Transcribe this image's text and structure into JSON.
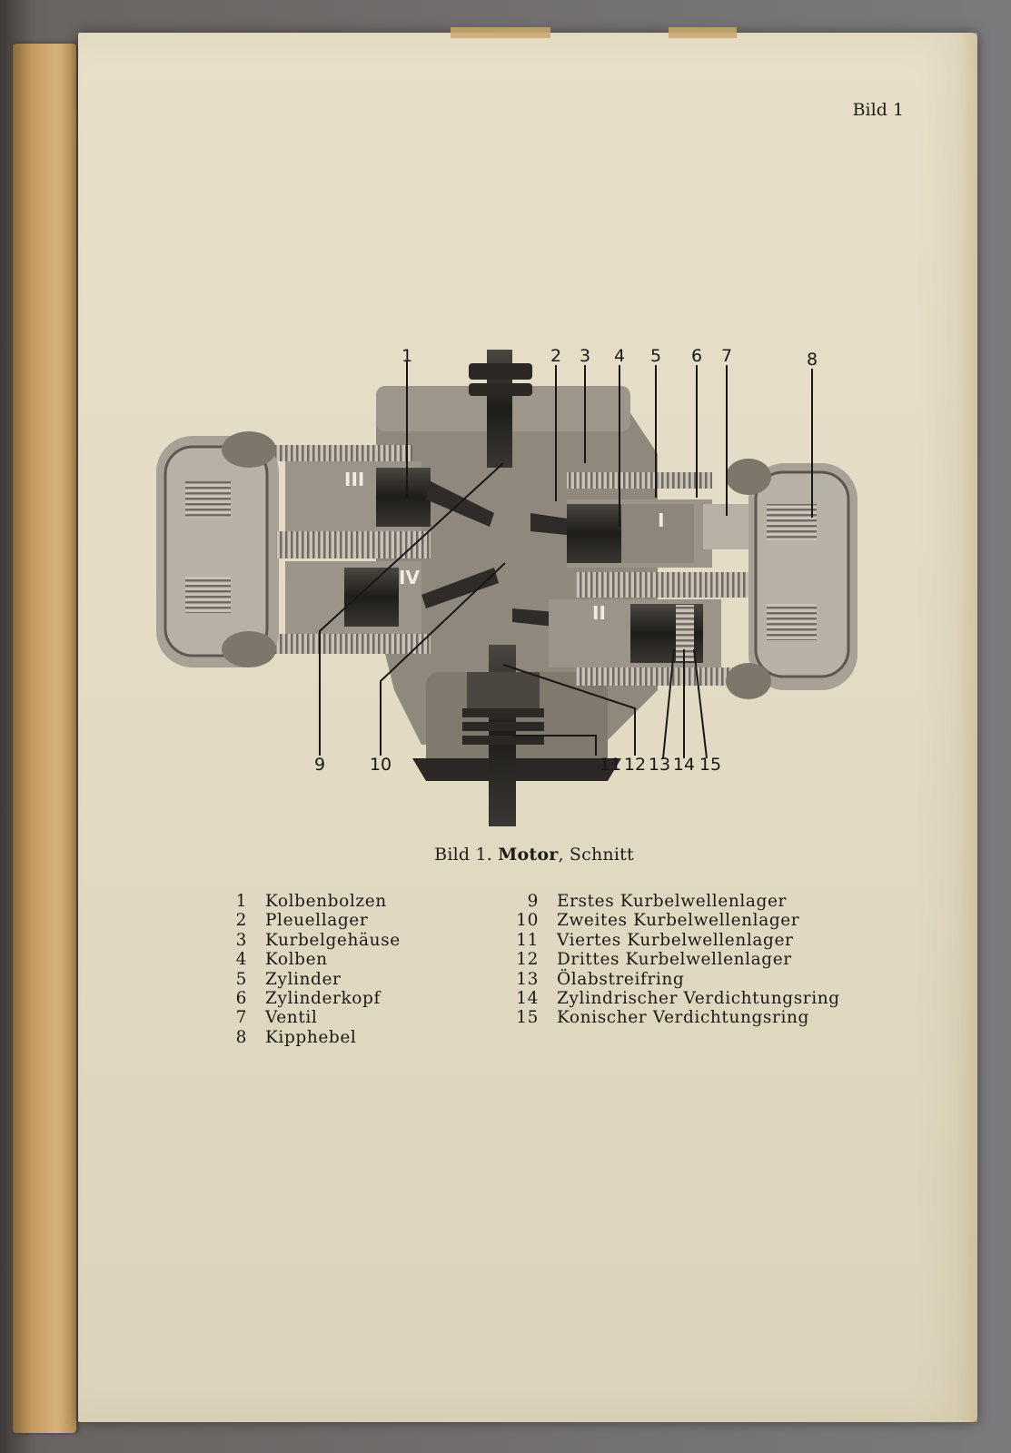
{
  "page_header": "Bild 1",
  "callouts": [
    "1",
    "2",
    "3",
    "4",
    "5",
    "6",
    "7",
    "8",
    "9",
    "10",
    "11",
    "12",
    "13",
    "14",
    "15"
  ],
  "cylinders": [
    "III",
    "I",
    "IV",
    "II"
  ],
  "caption": {
    "prefix": "Bild 1.",
    "bold": "Motor",
    "suffix": ", Schnitt"
  },
  "legend_left": [
    {
      "num": "1",
      "label": "Kolbenbolzen"
    },
    {
      "num": "2",
      "label": "Pleuellager"
    },
    {
      "num": "3",
      "label": "Kurbelgehäuse"
    },
    {
      "num": "4",
      "label": "Kolben"
    },
    {
      "num": "5",
      "label": "Zylinder"
    },
    {
      "num": "6",
      "label": "Zylinderkopf"
    },
    {
      "num": "7",
      "label": "Ventil"
    },
    {
      "num": "8",
      "label": "Kipphebel"
    }
  ],
  "legend_right": [
    {
      "num": "9",
      "label": "Erstes Kurbelwellenlager"
    },
    {
      "num": "10",
      "label": "Zweites Kurbelwellenlager"
    },
    {
      "num": "11",
      "label": "Viertes Kurbelwellenlager"
    },
    {
      "num": "12",
      "label": "Drittes Kurbelwellenlager"
    },
    {
      "num": "13",
      "label": "Ölabstreifring"
    },
    {
      "num": "14",
      "label": "Zylindrischer Verdichtungsring"
    },
    {
      "num": "15",
      "label": "Konischer Verdichtungsring"
    }
  ],
  "colors": {
    "paper": "#e3dbc4",
    "ink": "#1c1a17",
    "cover": "#c39a5c",
    "background": "#6e6a68"
  }
}
